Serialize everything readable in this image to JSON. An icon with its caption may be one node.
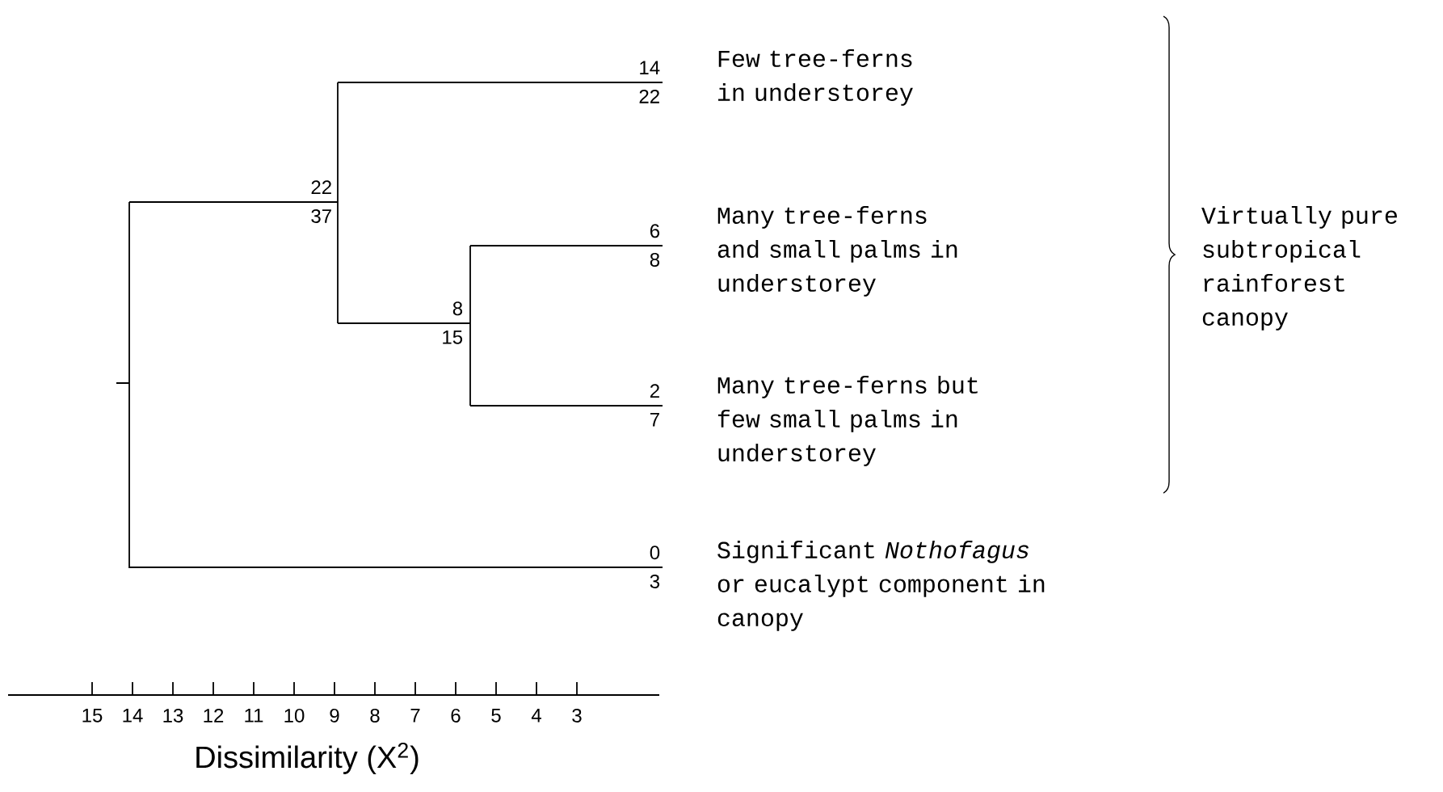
{
  "diagram": {
    "nodes": [
      {
        "text": [
          "Few tree-ferns in understorey"
        ],
        "beside": [
          "14",
          "22"
        ]
      },
      {
        "text": [
          "Many tree-ferns and small palms in understorey"
        ],
        "beside": [
          "6",
          "8"
        ]
      },
      {
        "text": [
          "Many tree-ferns but few small palms in understorey"
        ],
        "beside": [
          "2",
          "7"
        ]
      },
      {
        "text": [
          "Significant *Nothofagus* or eucalypt component in canopy"
        ],
        "beside": [
          "0",
          "3"
        ]
      },
      {
        "text": [
          "Virtually pure subtropical rainforest canopy"
        ]
      }
    ],
    "labels": [
      "22",
      "37",
      "8",
      "15",
      "15",
      "14",
      "13",
      "12",
      "11",
      "10",
      "9",
      "8",
      "7",
      "6",
      "5",
      "4",
      "3",
      "Dissimilarity (X$^{2}$)"
    ]
  }
}
